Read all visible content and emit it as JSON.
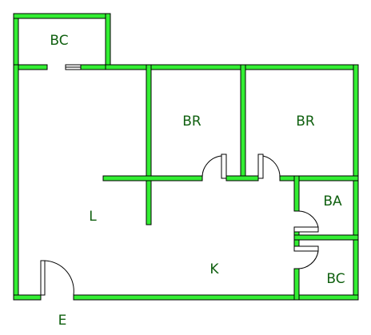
{
  "floor_plan": {
    "rooms": {
      "balcony_top": "BC",
      "bedroom_left": "BR",
      "bedroom_right": "BR",
      "bathroom": "BA",
      "living": "L",
      "kitchen": "K",
      "balcony_bottom": "BC",
      "entrance": "E"
    },
    "wall_color": "#33ee33",
    "outline_color": "#000000",
    "label_color": "#106010"
  }
}
